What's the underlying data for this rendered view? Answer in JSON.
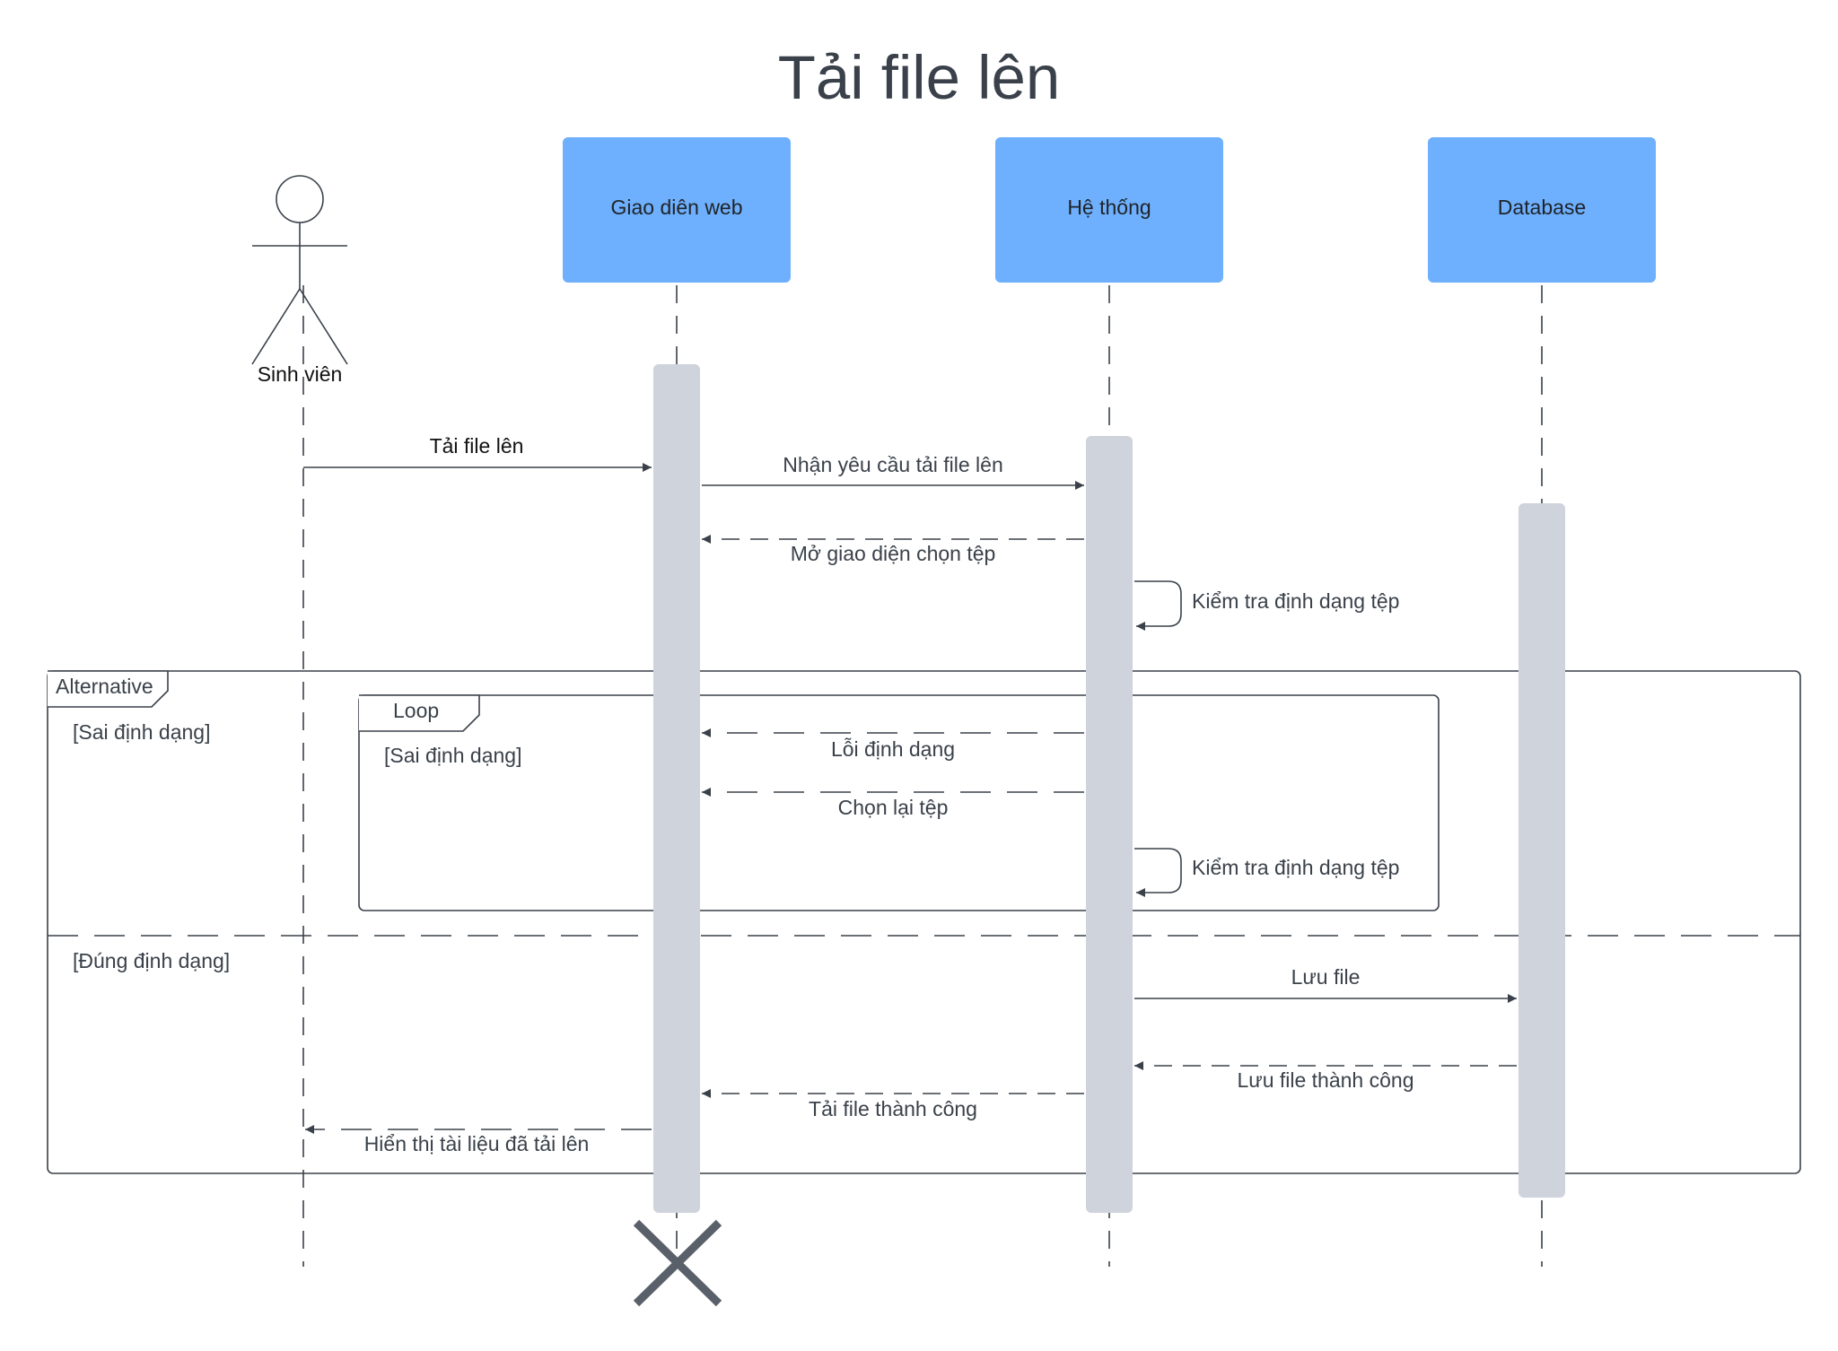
{
  "title": "Tải file lên",
  "actor": {
    "label": "Sinh viên",
    "icon": "stick-figure-icon"
  },
  "participants": [
    {
      "id": "web",
      "label": "Giao diên web"
    },
    {
      "id": "system",
      "label": "Hệ thống"
    },
    {
      "id": "db",
      "label": "Database"
    }
  ],
  "messages": {
    "upload": "Tải file lên",
    "receive_request": "Nhận yêu cầu tải file lên",
    "open_picker": "Mở giao diện chọn tệp",
    "check_format": "Kiểm tra định dạng tệp",
    "format_error": "Lỗi định dạng",
    "reselect": "Chọn lại tệp",
    "check_format_again": "Kiểm tra định dạng tệp",
    "save_file": "Lưu file",
    "save_success": "Lưu file thành công",
    "upload_success": "Tải file thành công",
    "show_document": "Hiển thị tài liệu đã tải lên"
  },
  "frames": {
    "alternative": {
      "tag": "Alternative",
      "guard_wrong": "[Sai định dạng]",
      "guard_right": "[Đúng định dạng]"
    },
    "loop": {
      "tag": "Loop",
      "guard": "[Sai định dạng]"
    }
  },
  "colors": {
    "participant_fill": "#6eb0fd",
    "activation_fill": "#ced3dc",
    "line": "#3a414a",
    "destroy": "#5a606a"
  },
  "icons": {
    "destroy": "destroy-x-icon"
  }
}
